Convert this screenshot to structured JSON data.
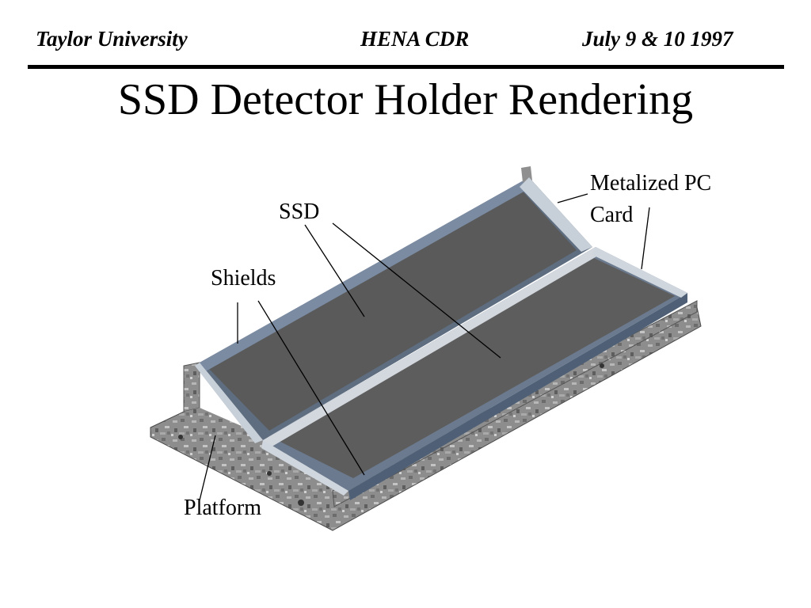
{
  "header": {
    "left": "Taylor University",
    "center": "HENA CDR",
    "right": "July 9 & 10 1997"
  },
  "slide": {
    "title": "SSD Detector Holder Rendering"
  },
  "labels": {
    "ssd": "SSD",
    "shields": "Shields",
    "platform": "Platform",
    "metalized_line1": "Metalized PC",
    "metalized_line2": "Card"
  }
}
